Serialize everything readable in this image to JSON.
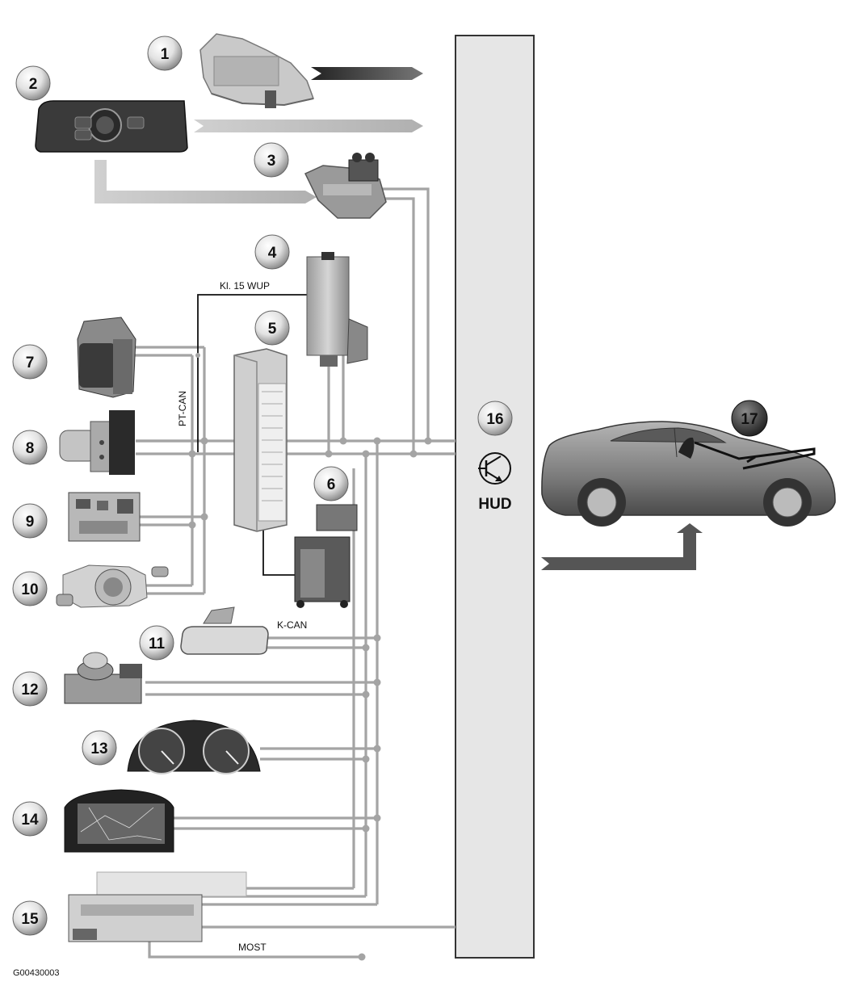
{
  "components": [
    {
      "num": "1"
    },
    {
      "num": "2"
    },
    {
      "num": "3"
    },
    {
      "num": "4"
    },
    {
      "num": "5"
    },
    {
      "num": "6"
    },
    {
      "num": "7"
    },
    {
      "num": "8"
    },
    {
      "num": "9"
    },
    {
      "num": "10"
    },
    {
      "num": "11"
    },
    {
      "num": "12"
    },
    {
      "num": "13"
    },
    {
      "num": "14"
    },
    {
      "num": "15"
    },
    {
      "num": "16"
    },
    {
      "num": "17"
    }
  ],
  "labels": {
    "kl15wup": "Kl. 15 WUP",
    "ptcan": "PT-CAN",
    "kcan": "K-CAN",
    "most": "MOST",
    "hud": "HUD",
    "code": "G00430003"
  },
  "colors": {
    "wire": "#a4a4a4",
    "panel": "#e6e6e6",
    "arrow_dark": "#4a4a4a",
    "arrow_light": "#c4c4c4"
  },
  "icons": [
    "junction-box",
    "light-switch",
    "steering-column-switch",
    "telematics-unit",
    "control-unit",
    "diagnosis-tester",
    "radar-sensor",
    "dsc-unit",
    "control-module",
    "steering-column-switch-cluster",
    "rear-view-mirror",
    "controller",
    "instrument-cluster",
    "central-display",
    "car-access-system",
    "transistor-symbol",
    "car"
  ]
}
